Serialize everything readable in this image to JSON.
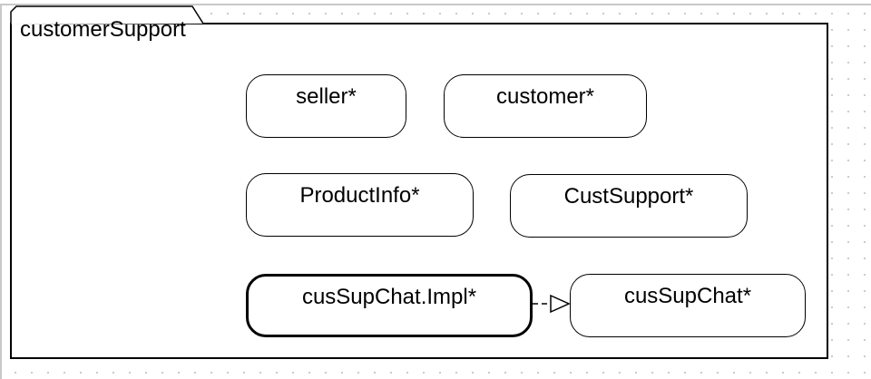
{
  "frame": {
    "title": "customerSupport"
  },
  "nodes": {
    "seller": "seller*",
    "customer": "customer*",
    "product_info": "ProductInfo*",
    "cust_support": "CustSupport*",
    "cus_sup_chat_impl": "cusSupChat.Impl*",
    "cus_sup_chat": "cusSupChat*"
  },
  "relations": [
    {
      "from": "cusSupChat.Impl*",
      "to": "cusSupChat*",
      "style": "dashed",
      "head": "hollow-triangle"
    }
  ],
  "colors": {
    "line": "#000000",
    "background": "#ffffff",
    "grid_dots": "#c9c9c9"
  }
}
